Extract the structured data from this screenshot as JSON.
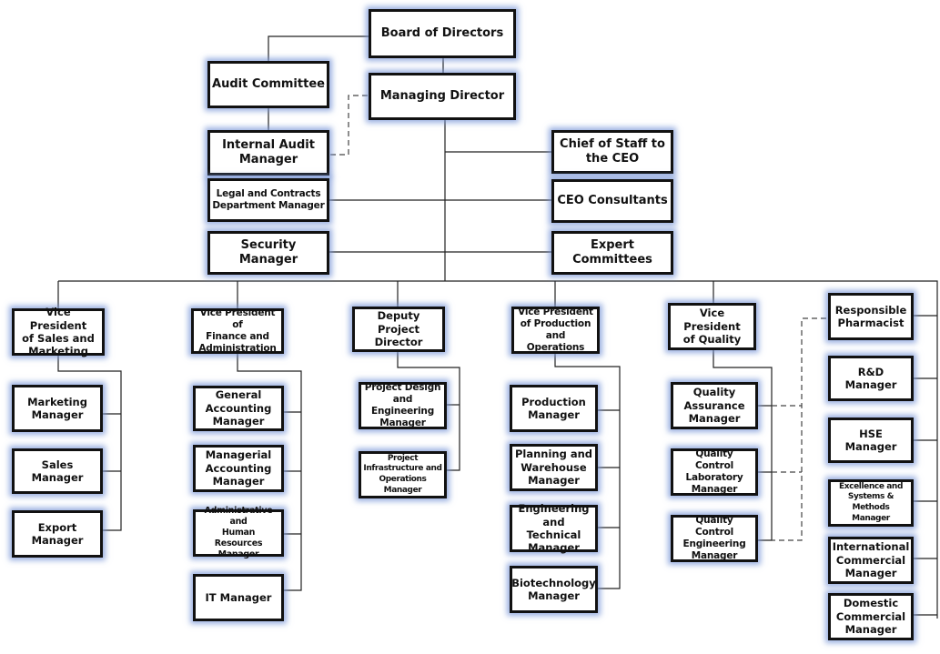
{
  "chart_data": {
    "type": "org-chart",
    "title": "",
    "nodes": {
      "board": "Board of Directors",
      "audit_committee": "Audit Committee",
      "managing_director": "Managing Director",
      "internal_audit": "Internal Audit Manager",
      "chief_of_staff": "Chief of Staff to the CEO",
      "legal": "Legal and Contracts Department Manager",
      "ceo_consultants": "CEO Consultants",
      "security": "Security Manager",
      "expert_committees": "Expert Committees",
      "vp_sales": "Vice President of Sales and Marketing",
      "marketing": "Marketing Manager",
      "sales": "Sales Manager",
      "export": "Export Manager",
      "vp_finance": "Vice President of Finance and Administration",
      "general_accounting": "General Accounting Manager",
      "managerial_accounting": "Managerial Accounting Manager",
      "admin_hr": "Administrative and Human Resources Manager",
      "it": "IT Manager",
      "deputy_project": "Deputy Project Director",
      "project_design": "Project Design and Engineering Manager",
      "project_infra": "Project Infrastructure and Operations Manager",
      "vp_production": "Vice President of Production and Operations",
      "production": "Production Manager",
      "planning": "Planning and Warehouse Manager",
      "engineering": "Engineering and Technical Manager",
      "biotech": "Biotechnology Manager",
      "vp_quality": "Vice President of Quality",
      "qa": "Quality Assurance Manager",
      "qc_lab": "Quality Control Laboratory Manager",
      "qc_eng": "Quality Control Engineering Manager",
      "pharmacist": "Responsible Pharmacist",
      "rd": "R&D Manager",
      "hse": "HSE Manager",
      "excellence": "Excellence and Systems & Methods Manager",
      "intl_commercial": "International Commercial Manager",
      "domestic_commercial": "Domestic Commercial Manager"
    },
    "edges": [
      {
        "from": "board",
        "to": "audit_committee",
        "style": "solid"
      },
      {
        "from": "board",
        "to": "managing_director",
        "style": "solid"
      },
      {
        "from": "audit_committee",
        "to": "internal_audit",
        "style": "solid"
      },
      {
        "from": "managing_director",
        "to": "internal_audit",
        "style": "dashed"
      },
      {
        "from": "managing_director",
        "to": "chief_of_staff",
        "style": "solid"
      },
      {
        "from": "managing_director",
        "to": "legal",
        "style": "solid"
      },
      {
        "from": "managing_director",
        "to": "ceo_consultants",
        "style": "solid"
      },
      {
        "from": "managing_director",
        "to": "security",
        "style": "solid"
      },
      {
        "from": "managing_director",
        "to": "expert_committees",
        "style": "solid"
      },
      {
        "from": "managing_director",
        "to": "vp_sales",
        "style": "solid"
      },
      {
        "from": "managing_director",
        "to": "vp_finance",
        "style": "solid"
      },
      {
        "from": "managing_director",
        "to": "deputy_project",
        "style": "solid"
      },
      {
        "from": "managing_director",
        "to": "vp_production",
        "style": "solid"
      },
      {
        "from": "managing_director",
        "to": "vp_quality",
        "style": "solid"
      },
      {
        "from": "managing_director",
        "to": "pharmacist",
        "style": "solid"
      },
      {
        "from": "managing_director",
        "to": "rd",
        "style": "solid"
      },
      {
        "from": "managing_director",
        "to": "hse",
        "style": "solid"
      },
      {
        "from": "managing_director",
        "to": "excellence",
        "style": "solid"
      },
      {
        "from": "managing_director",
        "to": "intl_commercial",
        "style": "solid"
      },
      {
        "from": "managing_director",
        "to": "domestic_commercial",
        "style": "solid"
      },
      {
        "from": "vp_sales",
        "to": "marketing",
        "style": "solid"
      },
      {
        "from": "vp_sales",
        "to": "sales",
        "style": "solid"
      },
      {
        "from": "vp_sales",
        "to": "export",
        "style": "solid"
      },
      {
        "from": "vp_finance",
        "to": "general_accounting",
        "style": "solid"
      },
      {
        "from": "vp_finance",
        "to": "managerial_accounting",
        "style": "solid"
      },
      {
        "from": "vp_finance",
        "to": "admin_hr",
        "style": "solid"
      },
      {
        "from": "vp_finance",
        "to": "it",
        "style": "solid"
      },
      {
        "from": "deputy_project",
        "to": "project_design",
        "style": "solid"
      },
      {
        "from": "deputy_project",
        "to": "project_infra",
        "style": "solid"
      },
      {
        "from": "vp_production",
        "to": "production",
        "style": "solid"
      },
      {
        "from": "vp_production",
        "to": "planning",
        "style": "solid"
      },
      {
        "from": "vp_production",
        "to": "engineering",
        "style": "solid"
      },
      {
        "from": "vp_production",
        "to": "biotech",
        "style": "solid"
      },
      {
        "from": "vp_quality",
        "to": "qa",
        "style": "solid"
      },
      {
        "from": "vp_quality",
        "to": "qc_lab",
        "style": "solid"
      },
      {
        "from": "vp_quality",
        "to": "qc_eng",
        "style": "solid"
      },
      {
        "from": "pharmacist",
        "to": "qa",
        "style": "dashed"
      },
      {
        "from": "pharmacist",
        "to": "qc_lab",
        "style": "dashed"
      },
      {
        "from": "pharmacist",
        "to": "qc_eng",
        "style": "dashed"
      }
    ]
  },
  "labels": {
    "board": [
      "Board of Directors"
    ],
    "audit_committee": [
      "Audit Committee"
    ],
    "managing_director": [
      "Managing Director"
    ],
    "internal_audit": [
      "Internal Audit",
      "Manager"
    ],
    "chief_of_staff": [
      "Chief of Staff to",
      "the CEO"
    ],
    "legal": [
      "Legal and Contracts",
      "Department Manager"
    ],
    "ceo_consultants": [
      "CEO Consultants"
    ],
    "security": [
      "Security Manager"
    ],
    "expert_committees": [
      "Expert",
      "Committees"
    ],
    "vp_sales": [
      "Vice President",
      "of Sales and",
      "Marketing"
    ],
    "marketing": [
      "Marketing",
      "Manager"
    ],
    "sales": [
      "Sales Manager"
    ],
    "export": [
      "Export",
      "Manager"
    ],
    "vp_finance": [
      "Vice President of",
      "Finance and",
      "Administration"
    ],
    "general_accounting": [
      "General",
      "Accounting",
      "Manager"
    ],
    "managerial_accounting": [
      "Managerial",
      "Accounting",
      "Manager"
    ],
    "admin_hr": [
      "Administrative and",
      "Human Resources",
      "Manager"
    ],
    "it": [
      "IT Manager"
    ],
    "deputy_project": [
      "Deputy Project",
      "Director"
    ],
    "project_design": [
      "Project Design",
      "and Engineering",
      "Manager"
    ],
    "project_infra": [
      "Project",
      "Infrastructure and",
      "Operations",
      "Manager"
    ],
    "vp_production": [
      "Vice President",
      "of Production",
      "and Operations"
    ],
    "production": [
      "Production",
      "Manager"
    ],
    "planning": [
      "Planning and",
      "Warehouse",
      "Manager"
    ],
    "engineering": [
      "Engineering",
      "and Technical",
      "Manager"
    ],
    "biotech": [
      "Biotechnology",
      "Manager"
    ],
    "vp_quality": [
      "Vice President",
      "of Quality"
    ],
    "qa": [
      "Quality",
      "Assurance",
      "Manager"
    ],
    "qc_lab": [
      "Quality Control",
      "Laboratory",
      "Manager"
    ],
    "qc_eng": [
      "Quality Control",
      "Engineering",
      "Manager"
    ],
    "pharmacist": [
      "Responsible",
      "Pharmacist"
    ],
    "rd": [
      "R&D Manager"
    ],
    "hse": [
      "HSE Manager"
    ],
    "excellence": [
      "Excellence and",
      "Systems &",
      "Methods",
      "Manager"
    ],
    "intl_commercial": [
      "International",
      "Commercial",
      "Manager"
    ],
    "domestic_commercial": [
      "Domestic",
      "Commercial",
      "Manager"
    ]
  }
}
